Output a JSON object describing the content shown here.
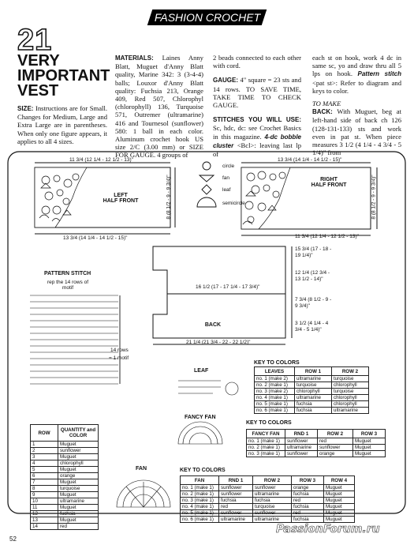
{
  "header": {
    "banner": "FASHION CROCHET",
    "pattern_number": "21",
    "page_number": "52",
    "watermark": "PassionForum.ru"
  },
  "title": {
    "line1": "VERY",
    "line2": "IMPORTANT",
    "line3": "VEST"
  },
  "size": {
    "heading": "SIZE:",
    "text": "Instructions are for Small. Changes for Medium, Large and Extra Large are in parentheses. When only one figure appears, it applies to all 4 sizes."
  },
  "materials": {
    "heading": "MATERIALS:",
    "text": "Laines Anny Blatt, Muguet d'Anny Blatt quality, Marine 342: 3 (3-4-4) balls; Louxor d'Anny Blatt quality: Fuchsia 213, Orange 409, Red 507, Chlorophyl (chlorophyll) 136, Turquoise 571, Outremer (ultramarine) 416 and Tournesol (sunflower) 580: 1 ball in each color. Aluminum crochet hook US size 2/C (3.00 mm) or SIZE FOR GAUGE. 4 groups of"
  },
  "col3": {
    "p1": "2 beads connected to each other with cord.",
    "gauge_heading": "GAUGE:",
    "gauge_text": "4\" square = 23 sts and 14 rows. TO SAVE TIME, TAKE TIME TO CHECK GAUGE.",
    "stitches_heading": "STITCHES YOU WILL USE:",
    "stitches_text": "Sc, hdc, dc: see Crochet Basics in this magazine.",
    "stitches_em": "4-dc bobble cluster",
    "stitches_tail": "<Bcl>: leaving last lp of"
  },
  "col4": {
    "p1": "each st on hook, work 4 dc in same sc, yo and draw thru all 5 lps on hook.",
    "pattern_em": "Pattern stitch",
    "p2": "<pat st>: Refer to diagram and keys to color.",
    "to_make": "TO MAKE",
    "back_heading": "BACK:",
    "back_text": "With Muguet, beg at left-hand side of back ch 126 (128-131-133) sts and work even in pat st. When piece measures 3 1/2 (4 1/4 - 4 3/4 - 5 1/4)\" from"
  },
  "motif_legend": [
    "circle",
    "fan",
    "leaf",
    "semicircle"
  ],
  "diagram": {
    "left_front": {
      "label1": "LEFT",
      "label2": "HALF FRONT",
      "top": "11 3/4 (12 1/4 - 12 1/2 - 13)\"",
      "bottom": "13 3/4 (14 1/4 - 14 1/2 - 15)\"",
      "side": "8 (8 1/2 - 9 - 9 3/4)\""
    },
    "right_front": {
      "label1": "RIGHT",
      "label2": "HALF FRONT",
      "top": "13 3/4 (14 1/4 - 14 1/2 - 15)\"",
      "bottom": "11 3/4 (12 1/4 - 12 1/2 - 13)\"",
      "side": "8 (8 1/2 - 9 - 9 3/4)\""
    },
    "back": {
      "label": "BACK",
      "inner": "16 1/2 (17 - 17 1/4 - 17 3/4)\"",
      "bottom": "21 1/4 (21 3/4 - 22 - 22 1/2)\"",
      "r1": "15 3/4 (17 - 18 - 19 1/4)\"",
      "r2": "12 1/4 (12 3/4 - 13 1/2 - 14)\"",
      "r3": "7 3/4 (8 1/2 - 9 - 9 3/4)\"",
      "r4": "3 1/2 (4 1/4 - 4 3/4 - 5 1/4)\""
    }
  },
  "pattern_stitch": {
    "title": "PATTERN STITCH",
    "repeat": "rep the 14 rows of motif",
    "rows_label": "14 rows",
    "equals": "= 1 motif"
  },
  "row_table": {
    "headers": [
      "ROW",
      "QUANTITY and COLOR"
    ],
    "rows": [
      [
        "1",
        "Muguet"
      ],
      [
        "2",
        "sunflower"
      ],
      [
        "3",
        "Muguet"
      ],
      [
        "4",
        "chlorophyll"
      ],
      [
        "5",
        "Muguet"
      ],
      [
        "6",
        "orange"
      ],
      [
        "7",
        "Muguet"
      ],
      [
        "8",
        "turquoise"
      ],
      [
        "9",
        "Muguet"
      ],
      [
        "10",
        "ultramarine"
      ],
      [
        "11",
        "Muguet"
      ],
      [
        "12",
        "fuchsia"
      ],
      [
        "13",
        "Muguet"
      ],
      [
        "14",
        "red"
      ]
    ]
  },
  "leaf_key": {
    "caption": "KEY TO COLORS",
    "label": "LEAF",
    "headers": [
      "LEAVES",
      "ROW 1",
      "ROW 2"
    ],
    "rows": [
      [
        "no. 1 (make 2)",
        "ultramarine",
        "turquoise"
      ],
      [
        "no. 2 (make 1)",
        "turquoise",
        "chlorophyll"
      ],
      [
        "no. 3 (make 2)",
        "chlorophyll",
        "turquoise"
      ],
      [
        "no. 4 (make 1)",
        "ultramarine",
        "chlorophyll"
      ],
      [
        "no. 5 (make 1)",
        "fuchsia",
        "chlorophyll"
      ],
      [
        "no. 6 (make 1)",
        "fuchsia",
        "ultramarine"
      ]
    ]
  },
  "fancy_fan_key": {
    "caption": "KEY TO COLORS",
    "label": "FANCY FAN",
    "headers": [
      "FANCY FAN",
      "RND 1",
      "ROW 2",
      "ROW 3"
    ],
    "rows": [
      [
        "no. 1 (make 1)",
        "sunflower",
        "red",
        "Muguet"
      ],
      [
        "no. 2 (make 1)",
        "ultramarine",
        "sunflower",
        "Muguet"
      ],
      [
        "no. 3 (make 1)",
        "sunflower",
        "orange",
        "Muguet"
      ]
    ]
  },
  "fan_key": {
    "caption": "KEY TO COLORS",
    "label": "FAN",
    "headers": [
      "FAN",
      "RND 1",
      "ROW 2",
      "ROW 3",
      "ROW 4"
    ],
    "rows": [
      [
        "no. 1 (make 1)",
        "sunflower",
        "sunflower",
        "orange",
        "Muguet"
      ],
      [
        "no. 2 (make 1)",
        "sunflower",
        "ultramarine",
        "fuchsia",
        "Muguet"
      ],
      [
        "no. 3 (make 1)",
        "fuchsia",
        "fuchsia",
        "red",
        "Muguet"
      ],
      [
        "no. 4 (make 1)",
        "red",
        "turquoise",
        "fuchsia",
        "Muguet"
      ],
      [
        "no. 5 (make 1)",
        "sunflower",
        "sunflower",
        "red",
        "Muguet"
      ],
      [
        "no. 6 (make 1)",
        "ultramarine",
        "ultramarine",
        "fuchsia",
        "Muguet"
      ]
    ]
  }
}
